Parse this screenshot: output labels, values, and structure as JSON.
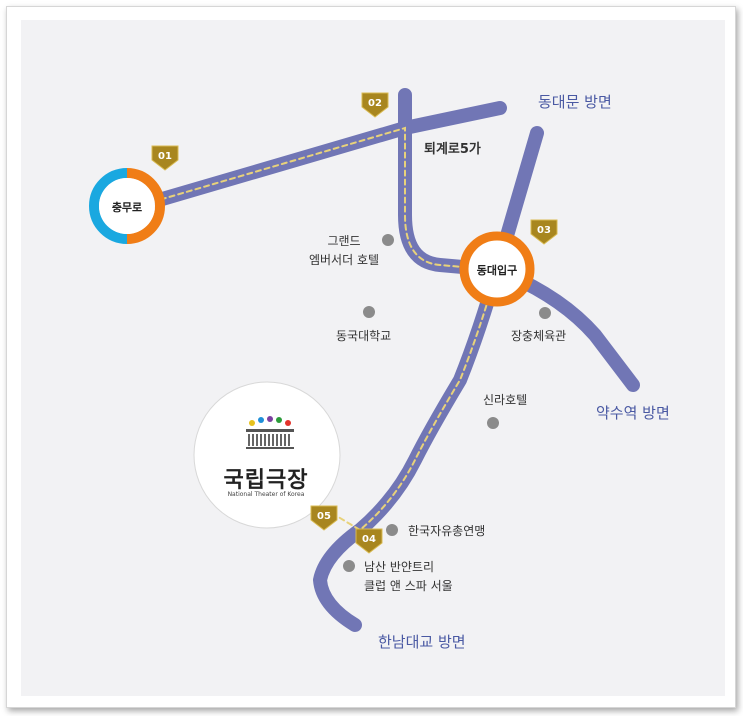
{
  "map": {
    "stations": [
      {
        "name": "충무로",
        "badge": "01"
      },
      {
        "name": "동대입구",
        "badge": "03"
      }
    ],
    "badges": [
      "01",
      "02",
      "03",
      "04",
      "05"
    ],
    "road_label": "퇴계로5가",
    "directions": {
      "dongdaemun": "동대문 방면",
      "yaksu": "약수역 방면",
      "hannam": "한남대교 방면"
    },
    "landmarks": {
      "grand_ambassador_1": "그랜드",
      "grand_ambassador_2": "엠버서더 호텔",
      "dongguk": "동국대학교",
      "jangchung": "장충체육관",
      "shilla": "신라호텔",
      "freedom_league": "한국자유총연맹",
      "banyan_1": "남산 반얀트리",
      "banyan_2": "클럽 앤 스파 서울"
    },
    "theater": {
      "name": "국립극장",
      "english": "National Theater of Korea"
    },
    "colors": {
      "road": "#7176b5",
      "dash": "#e8d27a",
      "orange": "#f07d16",
      "blue": "#1aa8e0",
      "badge": "#a8861f",
      "direction_text": "#4a59a3",
      "landmark_dot": "#8b8b8b"
    }
  }
}
